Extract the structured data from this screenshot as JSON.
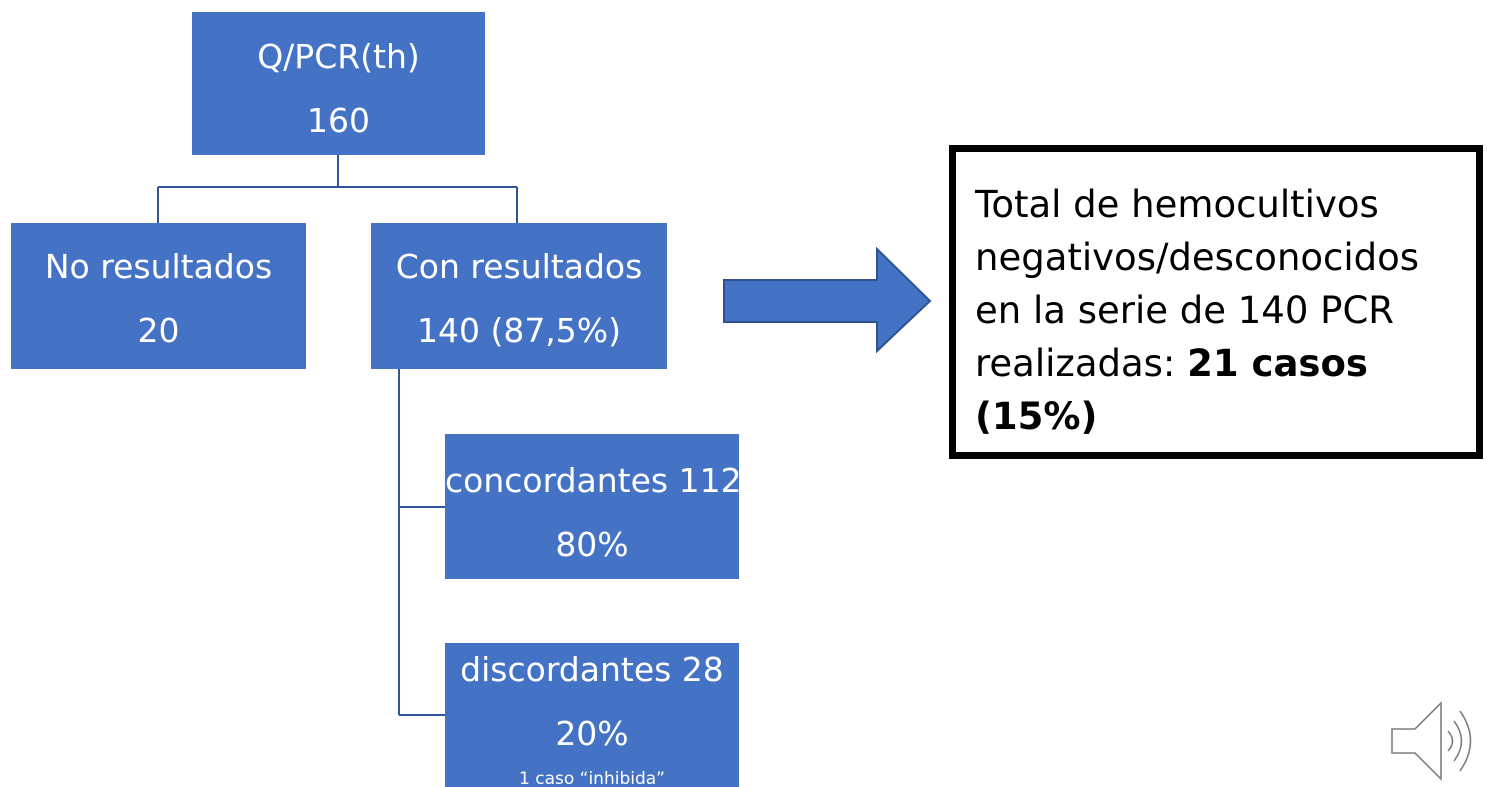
{
  "diagram": {
    "root": {
      "label": "Q/PCR(th)",
      "value": "160"
    },
    "no_results": {
      "label": "No resultados",
      "value": "20"
    },
    "with_results": {
      "label": "Con resultados",
      "value": "140 (87,5%)"
    },
    "concordant": {
      "label": "concordantes 112",
      "value": "80%"
    },
    "discordant": {
      "label": "discordantes 28",
      "value": "20%",
      "note": "1 caso “inhibida”"
    }
  },
  "summary": {
    "line1": "Total de hemocultivos",
    "line2": "negativos/desconocidos",
    "line3": "en la serie de 140 PCR",
    "line4_prefix": "realizadas: ",
    "line4_bold": "21 casos",
    "line5_bold": "(15%)"
  },
  "colors": {
    "box_fill": "#4472c4",
    "box_text": "#ffffff",
    "connector": "#2f5597",
    "arrow_stroke": "#2f528f",
    "summary_border": "#000000"
  },
  "icons": {
    "arrow": "right-arrow-icon",
    "audio": "speaker-icon"
  }
}
